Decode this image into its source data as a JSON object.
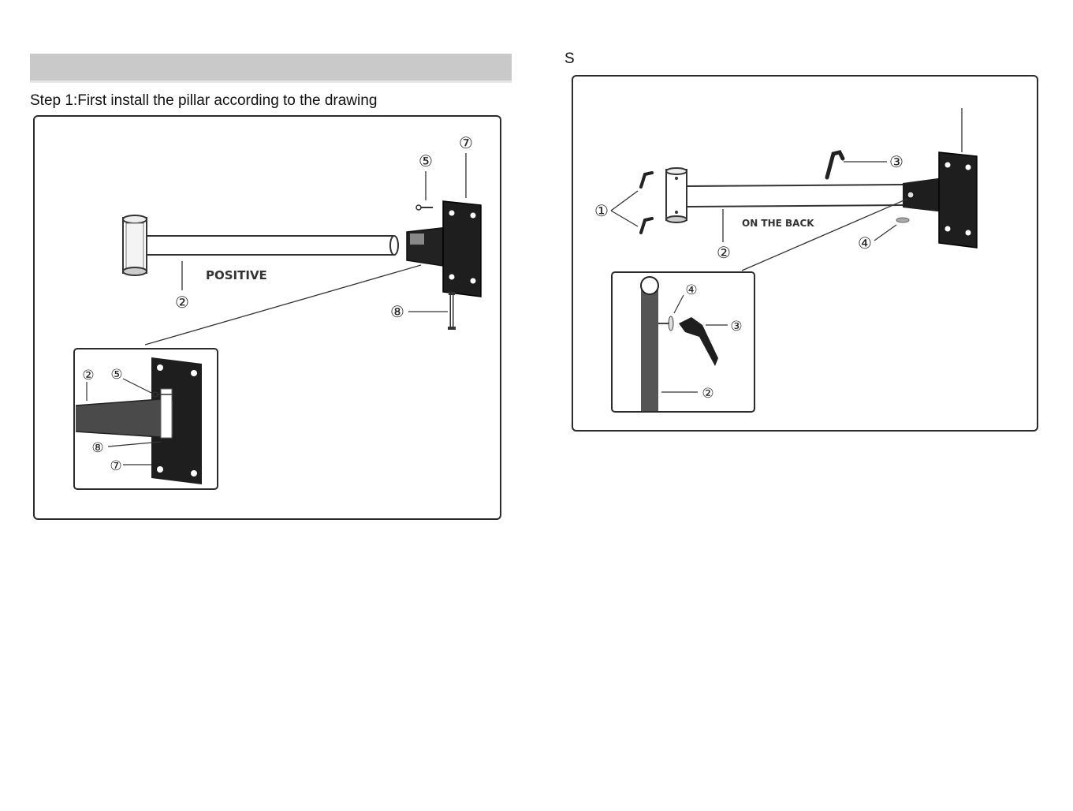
{
  "step1": {
    "title": "Step 1:First install the pillar according to the drawing",
    "main_label": "POSITIVE",
    "callouts": [
      "⑦",
      "⑤",
      "②",
      "⑧"
    ],
    "inset_callouts": [
      "②",
      "⑤",
      "⑧",
      "⑦"
    ]
  },
  "step2": {
    "title_prefix": "S",
    "main_label": "ON THE BACK",
    "callouts": [
      "①",
      "③",
      "②",
      "④"
    ],
    "inset_callouts": [
      "④",
      "③",
      "②"
    ]
  },
  "colors": {
    "header_bar": "#c9c9c9",
    "plate": "#1e1e1e",
    "outline": "#2b2b2b",
    "pole": "#555555"
  }
}
